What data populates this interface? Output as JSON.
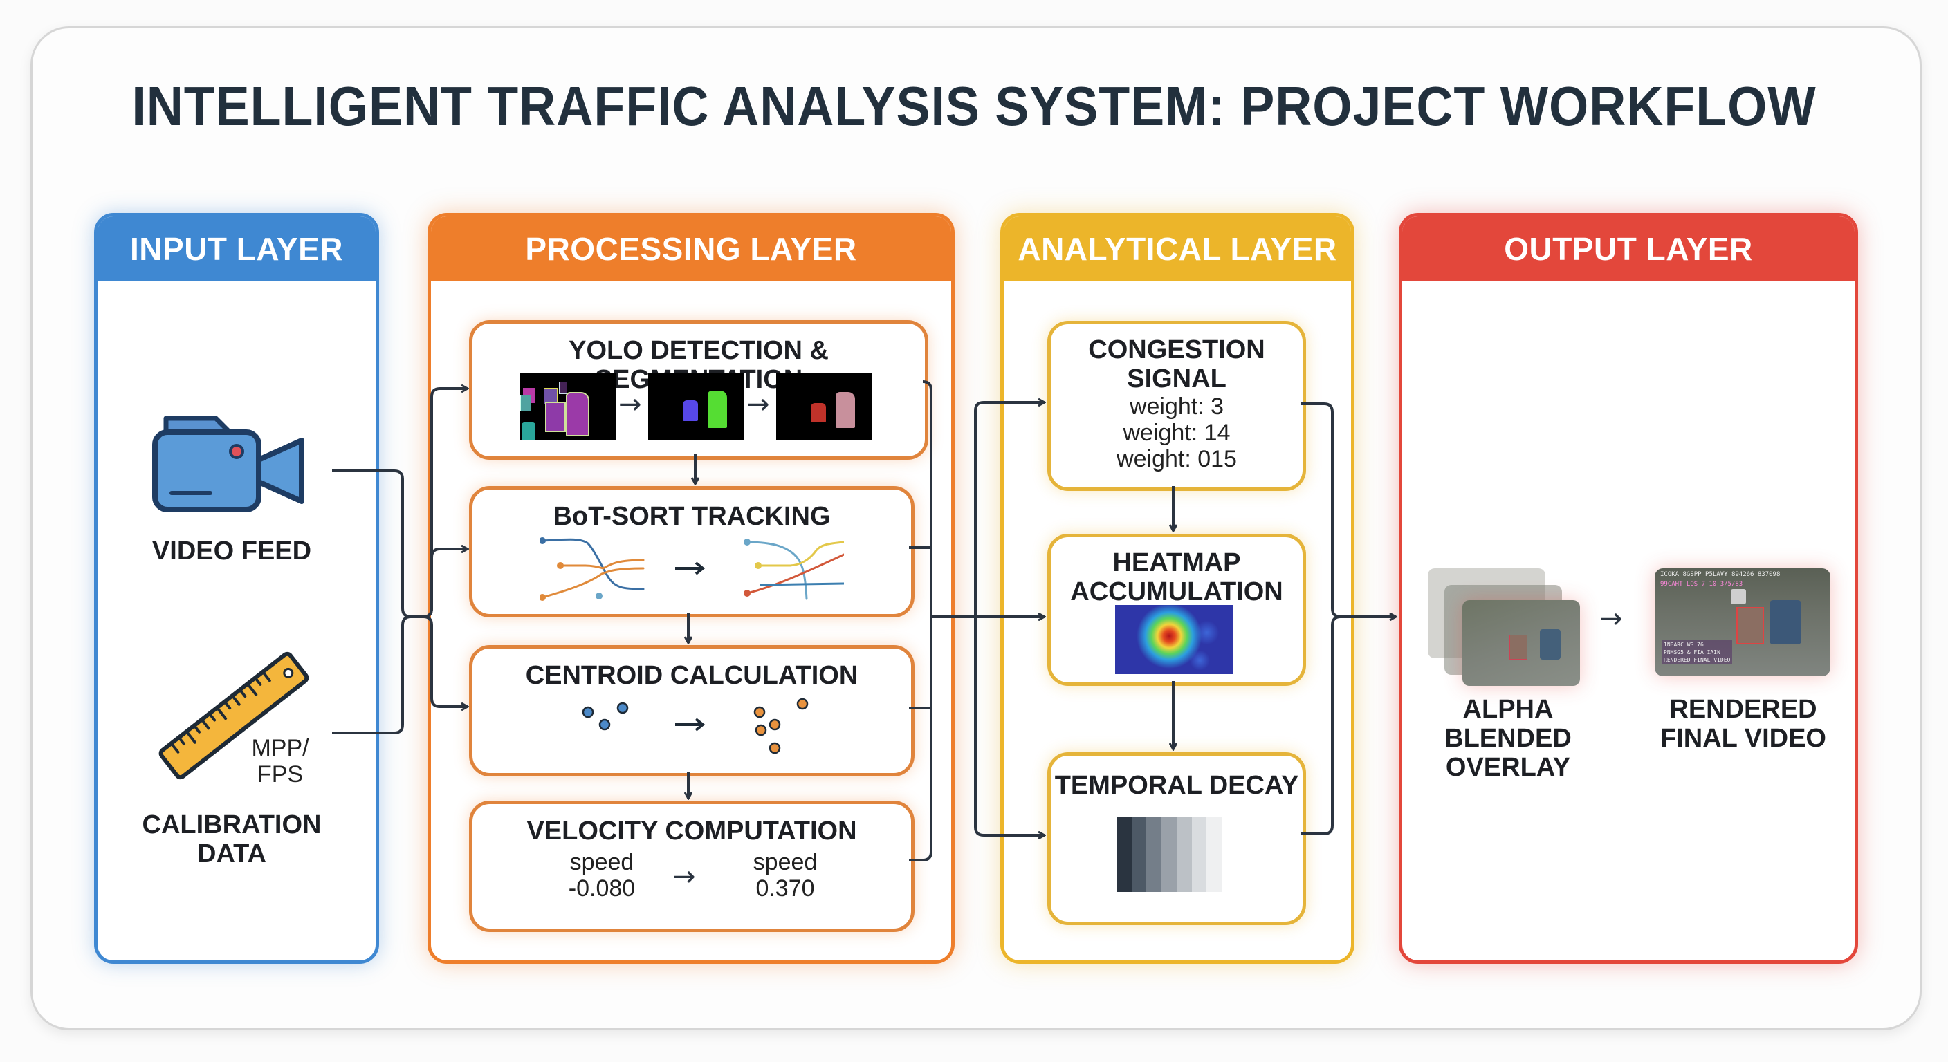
{
  "title": "INTELLIGENT TRAFFIC ANALYSIS SYSTEM: PROJECT WORKFLOW",
  "layers": {
    "input": {
      "header": "INPUT LAYER",
      "color": "#3f88d2",
      "items": {
        "video": {
          "label": "VIDEO FEED",
          "icon": "video-camera-icon"
        },
        "calibration": {
          "label_line1": "CALIBRATION",
          "label_line2": "DATA",
          "icon": "ruler-icon",
          "annotation_line1": "MPP/",
          "annotation_line2": "FPS"
        }
      }
    },
    "processing": {
      "header": "PROCESSING LAYER",
      "color": "#ee7e2b",
      "steps": {
        "yolo": {
          "title": "YOLO DETECTION & SEGMENTATION"
        },
        "botsort": {
          "title": "BoT-SORT TRACKING"
        },
        "centroid": {
          "title": "CENTROID CALCULATION"
        },
        "velocity": {
          "title": "VELOCITY COMPUTATION",
          "from_label": "speed",
          "from_value": "-0.080",
          "to_label": "speed",
          "to_value": "0.370"
        }
      }
    },
    "analytical": {
      "header": "ANALYTICAL LAYER",
      "color": "#ecb52a",
      "steps": {
        "congestion": {
          "title_line1": "CONGESTION",
          "title_line2": "SIGNAL",
          "weights": [
            "weight: 3",
            "weight: 14",
            "weight: 015"
          ]
        },
        "heatmap": {
          "title_line1": "HEATMAP",
          "title_line2": "ACCUMULATION"
        },
        "decay": {
          "title": "TEMPORAL DECAY",
          "gradient": [
            "#2a3440",
            "#4d5966",
            "#747e89",
            "#9aa1a9",
            "#bcc1c6",
            "#d9dcdf",
            "#eff0f1"
          ]
        }
      }
    },
    "output": {
      "header": "OUTPUT LAYER",
      "color": "#e3473b",
      "items": {
        "overlay": {
          "line1": "ALPHA",
          "line2": "BLENDED",
          "line3": "OVERLAY"
        },
        "final": {
          "line1": "RENDERED",
          "line2": "FINAL VIDEO",
          "hud_top": "ICOKA 8GSPP P5LAVY 894266 837098",
          "hud_sub": "99CAHT LOS 7 10 3/5/83",
          "hud_bottom1": "INBARC WS 76",
          "hud_bottom2": "PNMSG5 & FIA IAIN",
          "hud_bottom3": "RENDERED FINAL VIDEO"
        }
      }
    }
  }
}
